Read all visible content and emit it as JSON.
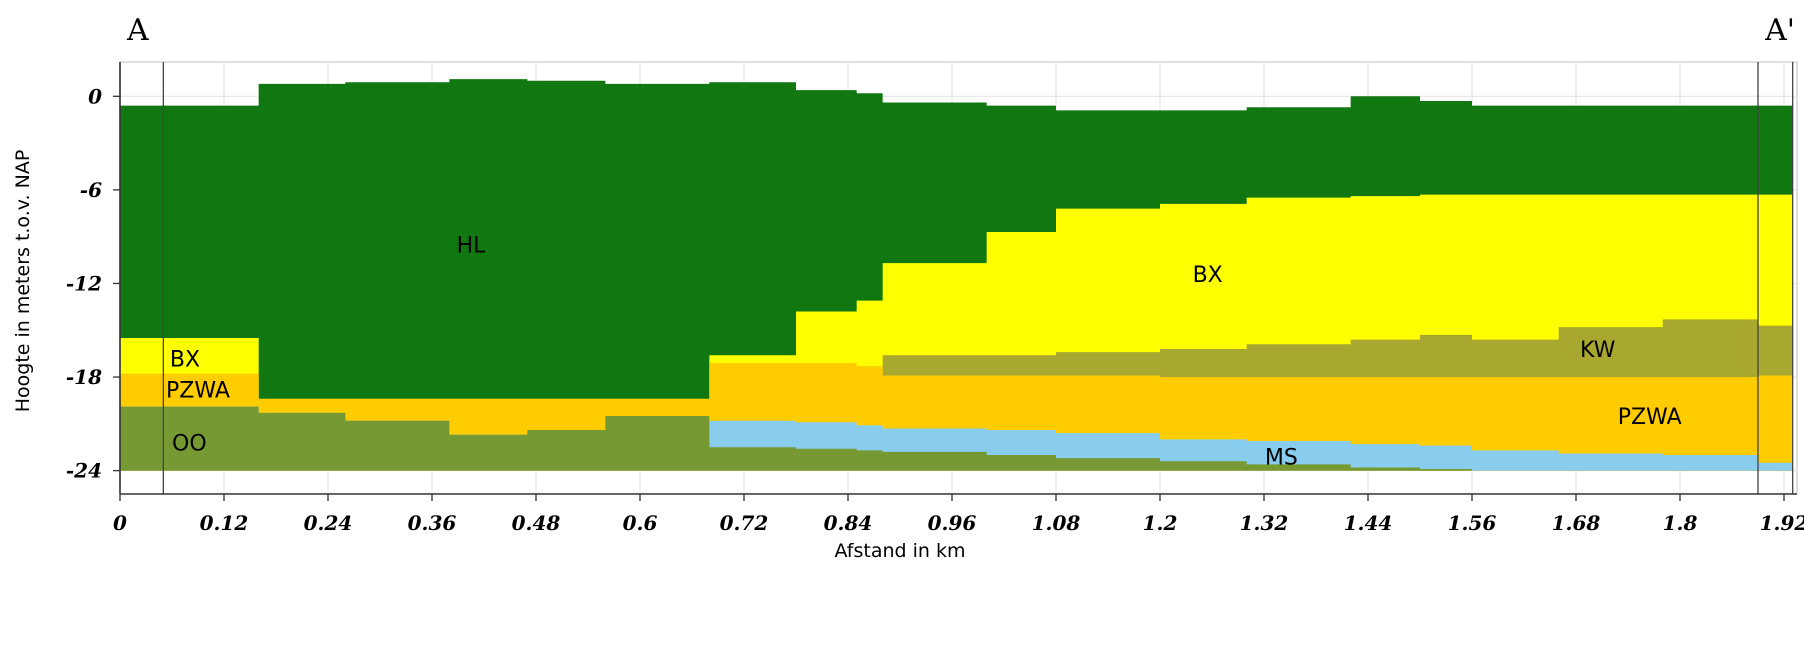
{
  "chart_data": {
    "type": "area",
    "title": "",
    "xlabel": "Afstand in km",
    "ylabel": "Hoogte in meters t.o.v. NAP",
    "corner_left": "A",
    "corner_right": "A'",
    "xlim": [
      0,
      1.935
    ],
    "ylim": [
      -25.5,
      2.2
    ],
    "bottom": -24,
    "grid": true,
    "x_ticks": [
      "0",
      "0.12",
      "0.24",
      "0.36",
      "0.48",
      "0.6",
      "0.72",
      "0.84",
      "0.96",
      "1.08",
      "1.2",
      "1.32",
      "1.44",
      "1.56",
      "1.68",
      "1.8",
      "1.92"
    ],
    "x_tick_values": [
      0,
      0.12,
      0.24,
      0.36,
      0.48,
      0.6,
      0.72,
      0.84,
      0.96,
      1.08,
      1.2,
      1.32,
      1.44,
      1.56,
      1.68,
      1.8,
      1.92
    ],
    "y_ticks": [
      "0",
      "-6",
      "-12",
      "-18",
      "-24"
    ],
    "y_tick_values": [
      0,
      -6,
      -12,
      -18,
      -24
    ],
    "vertical_lines": [
      0,
      0.05,
      1.89,
      1.93
    ],
    "x_edges": [
      0,
      0.16,
      0.26,
      0.38,
      0.47,
      0.56,
      0.68,
      0.78,
      0.85,
      0.88,
      1.0,
      1.08,
      1.2,
      1.3,
      1.42,
      1.5,
      1.56,
      1.66,
      1.78,
      1.89,
      1.93
    ],
    "layers": [
      {
        "name": "HL",
        "color": "#117711",
        "top": [
          -0.6,
          0.8,
          0.9,
          1.1,
          1.0,
          0.8,
          0.9,
          0.4,
          0.2,
          -0.4,
          -0.6,
          -0.9,
          -0.9,
          -0.7,
          0.0,
          -0.3,
          -0.6,
          -0.6,
          -0.6,
          -0.6
        ]
      },
      {
        "name": "BX",
        "color": "#ffff00",
        "top": [
          -15.5,
          -19.4,
          -19.4,
          -19.4,
          -19.4,
          -19.4,
          -16.6,
          -13.8,
          -13.1,
          -10.7,
          -8.7,
          -7.2,
          -6.9,
          -6.5,
          -6.4,
          -6.3,
          -6.3,
          -6.3,
          -6.3,
          -6.3
        ]
      },
      {
        "name": "KW",
        "color": "#a8a830",
        "top": [
          -17.8,
          -19.4,
          -19.4,
          -19.4,
          -19.4,
          -19.4,
          -17.8,
          -17.8,
          -17.8,
          -16.6,
          -16.6,
          -16.4,
          -16.2,
          -15.9,
          -15.6,
          -15.3,
          -15.6,
          -14.8,
          -14.3,
          -14.7
        ]
      },
      {
        "name": "PZWA",
        "color": "#ffcc00",
        "top": [
          -17.8,
          -19.4,
          -19.4,
          -19.4,
          -19.4,
          -19.4,
          -17.1,
          -17.1,
          -17.3,
          -17.9,
          -17.9,
          -17.9,
          -18.0,
          -18.0,
          -18.0,
          -18.0,
          -18.0,
          -18.0,
          -18.0,
          -17.9
        ]
      },
      {
        "name": "MS",
        "color": "#88ccee",
        "top": [
          -19.9,
          -20.3,
          -20.8,
          -21.7,
          -21.4,
          -20.5,
          -20.8,
          -20.9,
          -21.1,
          -21.3,
          -21.4,
          -21.6,
          -22.0,
          -22.1,
          -22.3,
          -22.4,
          -22.7,
          -22.9,
          -23.0,
          -23.5
        ]
      },
      {
        "name": "OO",
        "color": "#779933",
        "top": [
          -19.9,
          -20.3,
          -20.8,
          -21.7,
          -21.4,
          -20.5,
          -22.5,
          -22.6,
          -22.7,
          -22.8,
          -23.0,
          -23.2,
          -23.4,
          -23.6,
          -23.8,
          -23.9,
          -24.0,
          -24.0,
          -24.0,
          -24.0
        ]
      }
    ],
    "labels": [
      {
        "text": "HL",
        "x": 0.405,
        "y": -9.5
      },
      {
        "text": "BX",
        "x": 1.255,
        "y": -11.4
      },
      {
        "text": "BX",
        "x": 0.075,
        "y": -16.8
      },
      {
        "text": "PZWA",
        "x": 0.09,
        "y": -18.8
      },
      {
        "text": "OO",
        "x": 0.08,
        "y": -22.2
      },
      {
        "text": "KW",
        "x": 1.705,
        "y": -16.2
      },
      {
        "text": "PZWA",
        "x": 1.765,
        "y": -20.5
      },
      {
        "text": "MS",
        "x": 1.34,
        "y": -23.1
      }
    ]
  }
}
